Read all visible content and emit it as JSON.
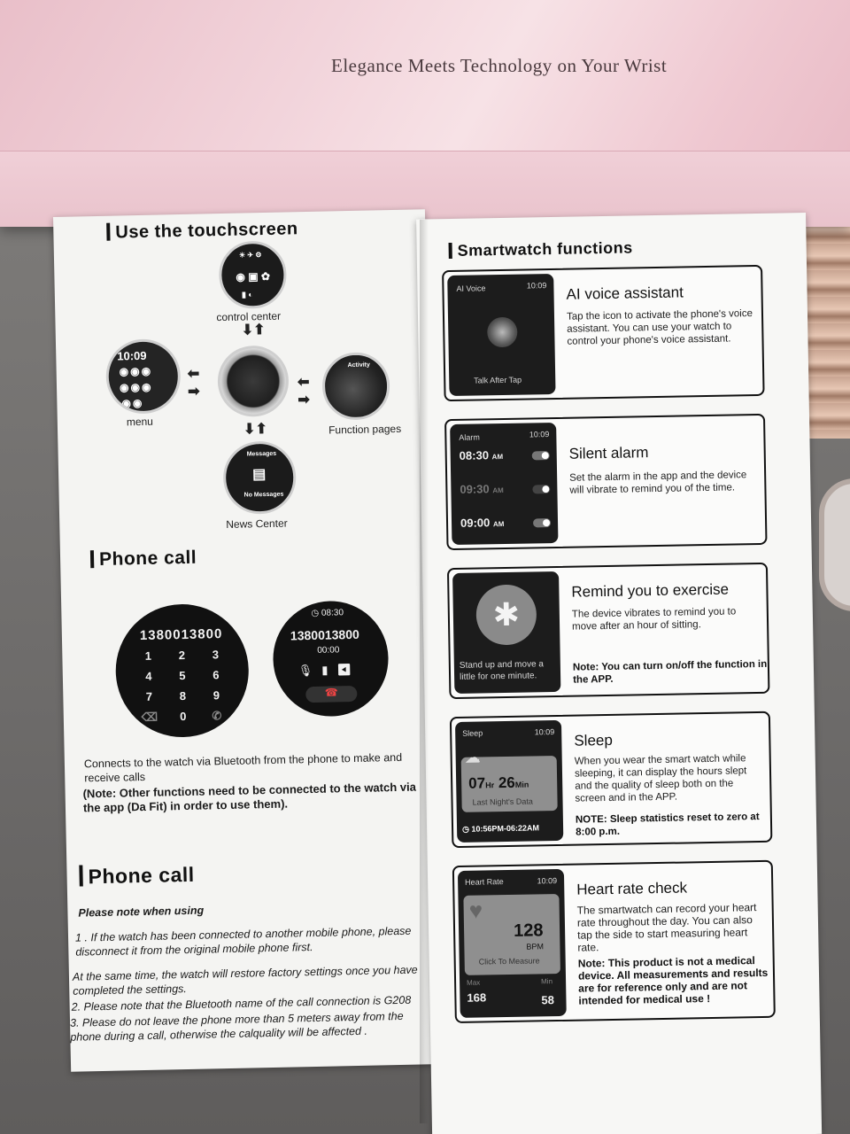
{
  "box": {
    "tagline": "Elegance Meets Technology on Your Wrist"
  },
  "left_page": {
    "touch_title": "Use the touchscreen",
    "control_center_label": "control center",
    "menu_label": "menu",
    "function_pages_label": "Function pages",
    "news_center_label": "News Center",
    "menu_dial_time": "10:09",
    "activity_label": "Activity",
    "messages_label": "Messages",
    "no_messages_label": "No Messages",
    "phone_title_1": "Phone call",
    "dialer_number": "1380013800",
    "keypad": [
      "1",
      "2",
      "3",
      "4",
      "5",
      "6",
      "7",
      "8",
      "9",
      "0"
    ],
    "call_clock": "08:30",
    "call_number": "1380013800",
    "call_duration": "00:00",
    "phone_desc": "Connects to the watch via Bluetooth from the phone to make and receive calls",
    "phone_note": "(Note: Other functions need to be connected to the watch via the app (Da Fit) in order to use them).",
    "phone_title_2": "Phone call",
    "please_note": "Please note when using",
    "note_1": "1 . If the watch has been connected to another mobile phone, please disconnect it from the original mobile phone first.",
    "note_2": "At the same time, the watch will restore factory settings once you have completed the settings.",
    "note_3": "2. Please note that the Bluetooth name of the call connection is G208",
    "note_4": "3. Please do not leave the phone more than 5 meters away from the phone during a call, otherwise the calquality will be affected ."
  },
  "right_page": {
    "title": "Smartwatch functions",
    "cards": [
      {
        "screen_label": "AI Voice",
        "screen_time": "10:09",
        "screen_caption": "Talk After Tap",
        "title": "AI voice assistant",
        "desc": "Tap the icon to activate the phone's voice assistant. You can use your watch to control your phone's voice assistant.",
        "note": ""
      },
      {
        "screen_label": "Alarm",
        "screen_time": "10:09",
        "alarms": [
          "08:30",
          "09:30",
          "09:00"
        ],
        "alarm_suffix": "AM",
        "title": "Silent alarm",
        "desc": "Set the alarm in the app and the device will vibrate to remind you of the time.",
        "note": ""
      },
      {
        "screen_caption": "Stand up and move a little for one minute.",
        "title": "Remind you to exercise",
        "desc": "The device vibrates to remind you to move after an hour of sitting.",
        "note": "Note: You can turn on/off the function in the APP."
      },
      {
        "screen_label": "Sleep",
        "screen_time": "10:09",
        "sleep_hours": "07",
        "sleep_h_unit": "Hr",
        "sleep_minutes": "26",
        "sleep_m_unit": "Min",
        "sleep_caption": "Last Night's Data",
        "sleep_range": "10:56PM-06:22AM",
        "title": "Sleep",
        "desc": "When you wear the smart watch while sleeping, it can display the hours slept and the quality of sleep both on the screen and in the APP.",
        "note": "NOTE: Sleep statistics reset to zero at 8:00 p.m."
      },
      {
        "screen_label": "Heart Rate",
        "screen_time": "10:09",
        "hr_value": "128",
        "hr_unit": "BPM",
        "hr_caption": "Click To Measure",
        "hr_max_label": "Max",
        "hr_max": "168",
        "hr_min_label": "Min",
        "hr_min": "58",
        "title": "Heart rate check",
        "desc": "The smartwatch can record your heart rate throughout the day. You can also tap the side to start measuring heart rate.",
        "note": "Note: This product is not a medical device. All measurements and results are for reference only and are not intended for medical use !"
      }
    ]
  }
}
